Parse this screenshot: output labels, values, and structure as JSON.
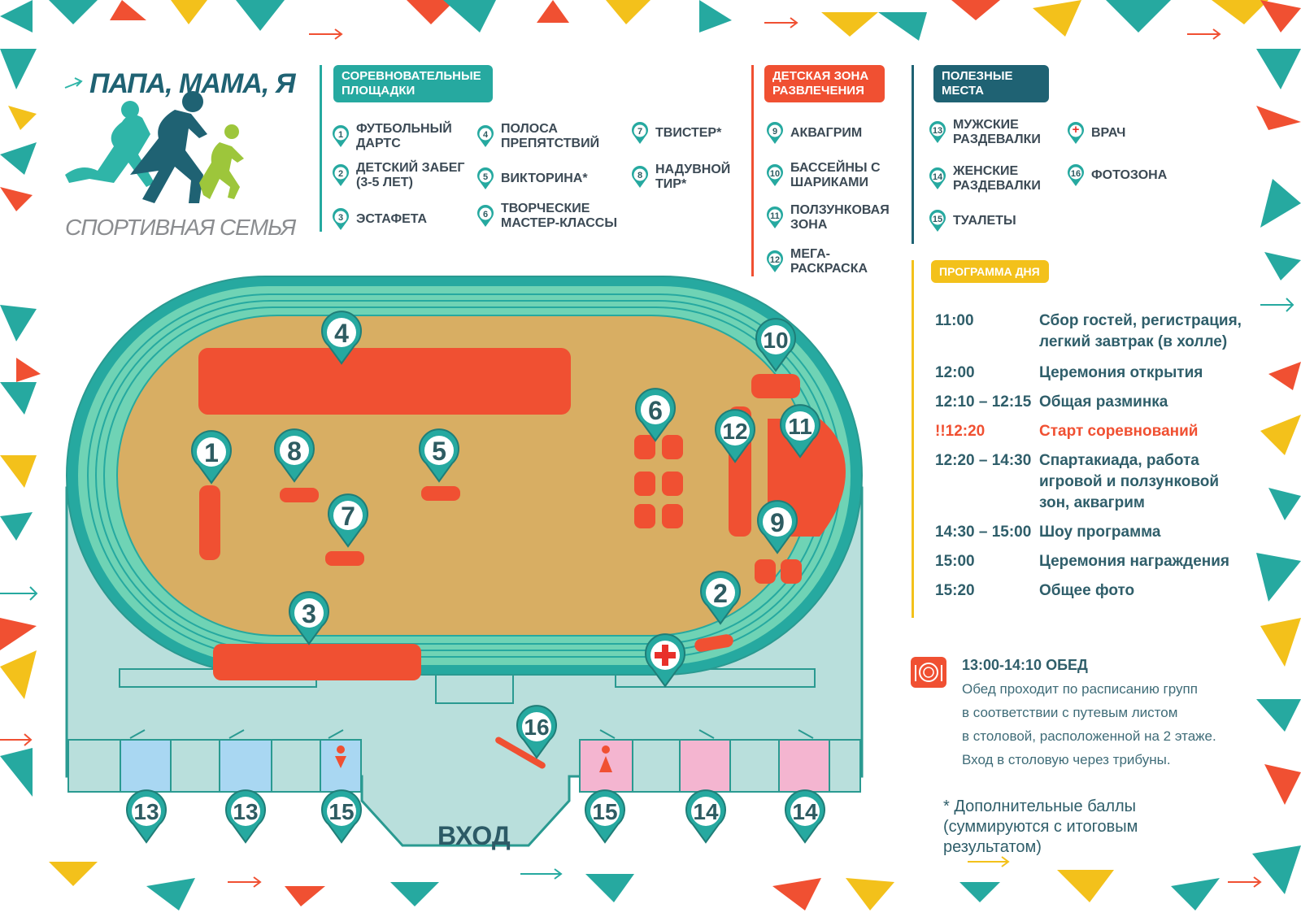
{
  "logo": {
    "title": "ПАПА, МАМА, Я",
    "subtitle": "СПОРТИВНАЯ СЕМЬЯ"
  },
  "colors": {
    "teal": "#26a9a0",
    "teal_light": "#6fd3b5",
    "dark_teal": "#1f6273",
    "orange": "#f05032",
    "yellow": "#f3c11b",
    "track_sand": "#d8ae63",
    "ground": "#b9dfdc",
    "blue_room": "#a9d7f2",
    "pink_room": "#f4b5d0"
  },
  "legend": {
    "competition": {
      "header": "СОРЕВНОВАТЕЛЬНЫЕ ПЛОЩАДКИ",
      "items": [
        {
          "num": "1",
          "label": "ФУТБОЛЬНЫЙ ДАРТС"
        },
        {
          "num": "2",
          "label": "ДЕТСКИЙ ЗАБЕГ (3-5 ЛЕТ)"
        },
        {
          "num": "3",
          "label": "ЭСТАФЕТА"
        },
        {
          "num": "4",
          "label": "ПОЛОСА ПРЕПЯТСТВИЙ"
        },
        {
          "num": "5",
          "label": "ВИКТОРИНА*"
        },
        {
          "num": "6",
          "label": "ТВОРЧЕСКИЕ МАСТЕР-КЛАССЫ"
        },
        {
          "num": "7",
          "label": "ТВИСТЕР*"
        },
        {
          "num": "8",
          "label": "НАДУВНОЙ ТИР*"
        }
      ]
    },
    "kids": {
      "header": "ДЕТСКАЯ ЗОНА РАЗВЛЕЧЕНИЯ",
      "items": [
        {
          "num": "9",
          "label": "АКВАГРИМ"
        },
        {
          "num": "10",
          "label": "БАССЕЙНЫ С ШАРИКАМИ"
        },
        {
          "num": "11",
          "label": "ПОЛЗУНКОВАЯ ЗОНА"
        },
        {
          "num": "12",
          "label": "МЕГА- РАСКРАСКА"
        }
      ]
    },
    "useful": {
      "header": "ПОЛЕЗНЫЕ МЕСТА",
      "items": [
        {
          "num": "13",
          "label": "МУЖСКИЕ РАЗДЕВАЛКИ"
        },
        {
          "num": "14",
          "label": "ЖЕНСКИЕ РАЗДЕВАЛКИ"
        },
        {
          "num": "15",
          "label": "ТУАЛЕТЫ"
        },
        {
          "num": "+",
          "label": "ВРАЧ"
        },
        {
          "num": "16",
          "label": "ФОТОЗОНА"
        }
      ]
    }
  },
  "program": {
    "header": "ПРОГРАММА ДНЯ",
    "rows": [
      {
        "time": "11:00",
        "event": "Сбор гостей, регистрация, легкий завтрак (в холле)"
      },
      {
        "time": "12:00",
        "event": "Церемония открытия"
      },
      {
        "time": "12:10 – 12:15",
        "event": "Общая разминка"
      },
      {
        "time": "!!12:20",
        "event": "Старт соревнований",
        "highlight": true
      },
      {
        "time": "12:20 – 14:30",
        "event": "Спартакиада, работа игровой и ползунковой зон, аквагрим"
      },
      {
        "time": "14:30 – 15:00",
        "event": "Шоу программа"
      },
      {
        "time": "15:00",
        "event": "Церемония награждения"
      },
      {
        "time": "15:20",
        "event": "Общее фото"
      }
    ]
  },
  "lunch": {
    "title": "13:00-14:10 ОБЕД",
    "lines": [
      "Обед проходит по расписанию групп",
      "в соответствии с путевым листом",
      "в столовой, расположенной на 2 этаже.",
      "Вход в столовую через трибуны."
    ]
  },
  "note": [
    "* Дополнительные баллы",
    "(суммируются с итоговым",
    "результатом)"
  ],
  "map": {
    "entrance": "ВХОД",
    "pins": [
      "1",
      "2",
      "3",
      "4",
      "5",
      "6",
      "7",
      "8",
      "9",
      "10",
      "11",
      "12",
      "13",
      "13",
      "15",
      "16",
      "15",
      "14",
      "14"
    ]
  }
}
